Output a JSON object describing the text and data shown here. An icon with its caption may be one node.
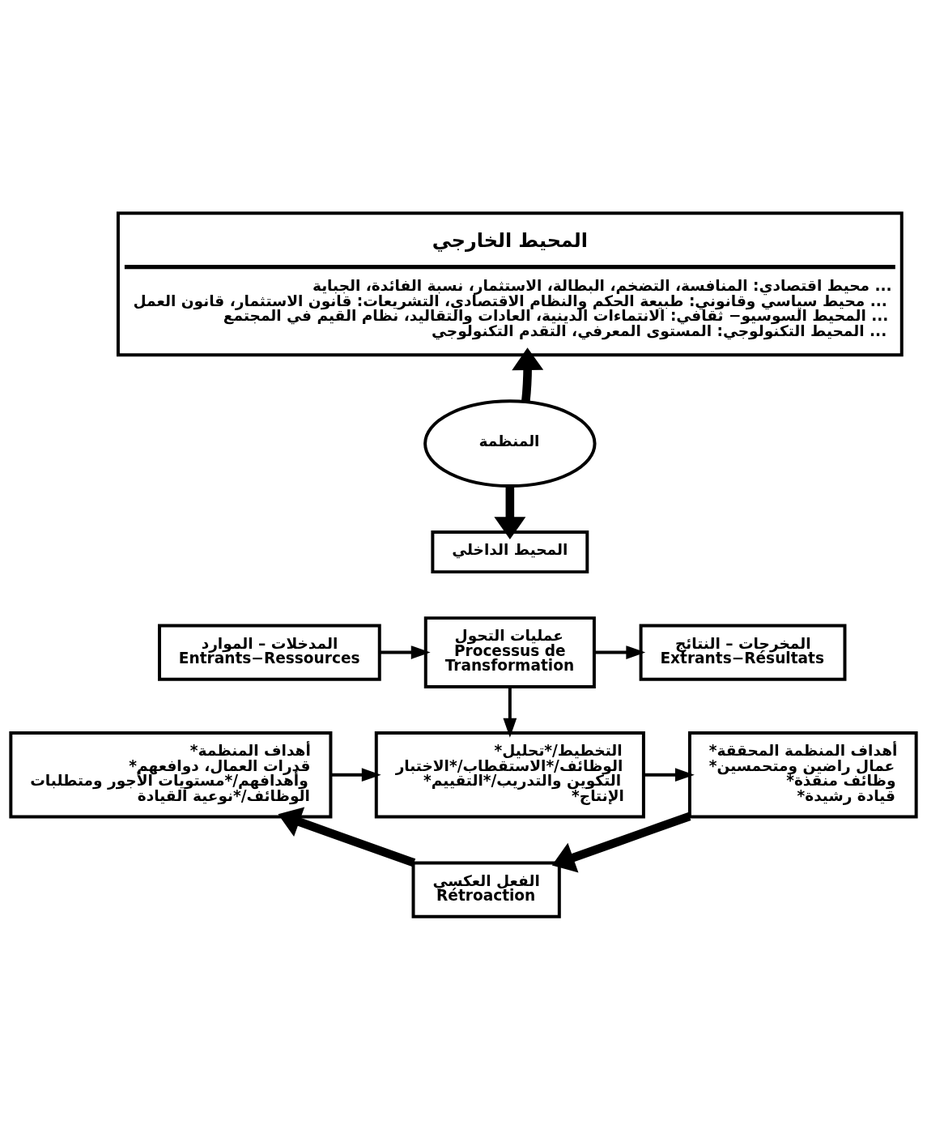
{
  "diagram": {
    "nodes": [
      {
        "text": [
          "المحيط الخارجي",
          "محيط اقتصادي: المنافسة، التضخم، البطالة، الاستثمار، نسبة الفائدة، الجباية ...",
          "محيط سياسي وقانوني: طبيعة الحكم والنظام الاقتصادي، التشريعات: قانون الاستثمار، قانون العمل ...",
          "المحيط السوسيو− ثقافي: الانتماءات الدينية، العادات والتقاليد، نظام القيم في المجتمع ...",
          "المحيط التكنولوجي: المستوى المعرفي، التقدم التكنولوجي ..."
        ]
      },
      {
        "text": [
          "المنظمة"
        ]
      },
      {
        "text": [
          "المحيط الداخلي"
        ]
      },
      {
        "text": [
          "المدخلات – الموارد",
          "Entrants−Ressources"
        ]
      },
      {
        "text": [
          "عمليات التحول",
          "Processus de Transformation"
        ]
      },
      {
        "text": [
          "المخرجات – النتائج",
          "Extrants−Résultats"
        ]
      },
      {
        "text": [
          "*أهداف المنظمة",
          "*قدرات العمال، دوافعهم وأهدافهم/*مستويات الأجور ومتطلبات الوظائف/*نوعية القيادة"
        ]
      },
      {
        "text": [
          "*التخطيط/*تحليل الوظائف/*الاستقطاب/*الاختبار",
          "*التكوين والتدريب/*التقييم",
          "*الإنتاج"
        ]
      },
      {
        "text": [
          "*أهداف المنظمة المحققة",
          "*عمال راضين ومتحمسين",
          "*وظائف منقذة",
          "*قيادة رشيدة"
        ]
      },
      {
        "text": [
          "الفعل العكسي",
          "Rétroaction"
        ]
      }
    ],
    "edges": [
      {
        "from": 1,
        "to": 0,
        "arrow": "to",
        "style": "thick"
      },
      {
        "from": 1,
        "to": 2,
        "arrow": "to",
        "style": "thick"
      },
      {
        "from": 3,
        "to": 4,
        "arrow": "to"
      },
      {
        "from": 4,
        "to": 5,
        "arrow": "to"
      },
      {
        "from": 4,
        "to": 7,
        "arrow": "to"
      },
      {
        "from": 6,
        "to": 7,
        "arrow": "to"
      },
      {
        "from": 7,
        "to": 8,
        "arrow": "to"
      },
      {
        "from": 8,
        "to": 9,
        "arrow": "to",
        "style": "thick"
      },
      {
        "from": 9,
        "to": 6,
        "arrow": "to",
        "style": "thick"
      }
    ]
  }
}
